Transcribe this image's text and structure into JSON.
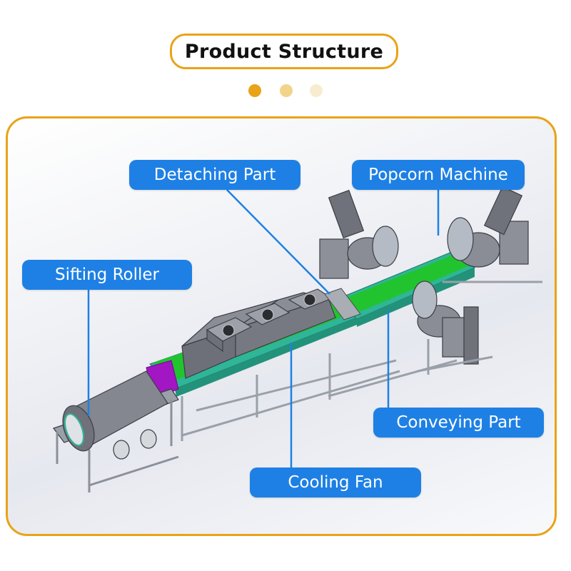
{
  "header": {
    "title": "Product Structure",
    "pager_dots": [
      {
        "state": "active",
        "color": "#e9a317"
      },
      {
        "state": "inactive",
        "color": "#f1d48a"
      },
      {
        "state": "inactive",
        "color": "#f7ecd0"
      }
    ]
  },
  "diagram": {
    "subject": "popcorn production line",
    "callouts": [
      {
        "id": "detaching-part",
        "label": "Detaching Part"
      },
      {
        "id": "popcorn-machine",
        "label": "Popcorn Machine"
      },
      {
        "id": "sifting-roller",
        "label": "Sifting Roller"
      },
      {
        "id": "conveying-part",
        "label": "Conveying Part"
      },
      {
        "id": "cooling-fan",
        "label": "Cooling Fan"
      }
    ],
    "colors": {
      "frame_border": "#e9a317",
      "callout_bg": "#1e80e4",
      "leader_line": "#1e80e4",
      "belt_green": "#21c42e",
      "frame_teal": "#2fb597",
      "machine_grey": "#7d8088",
      "chute_purple": "#a216c4"
    }
  }
}
